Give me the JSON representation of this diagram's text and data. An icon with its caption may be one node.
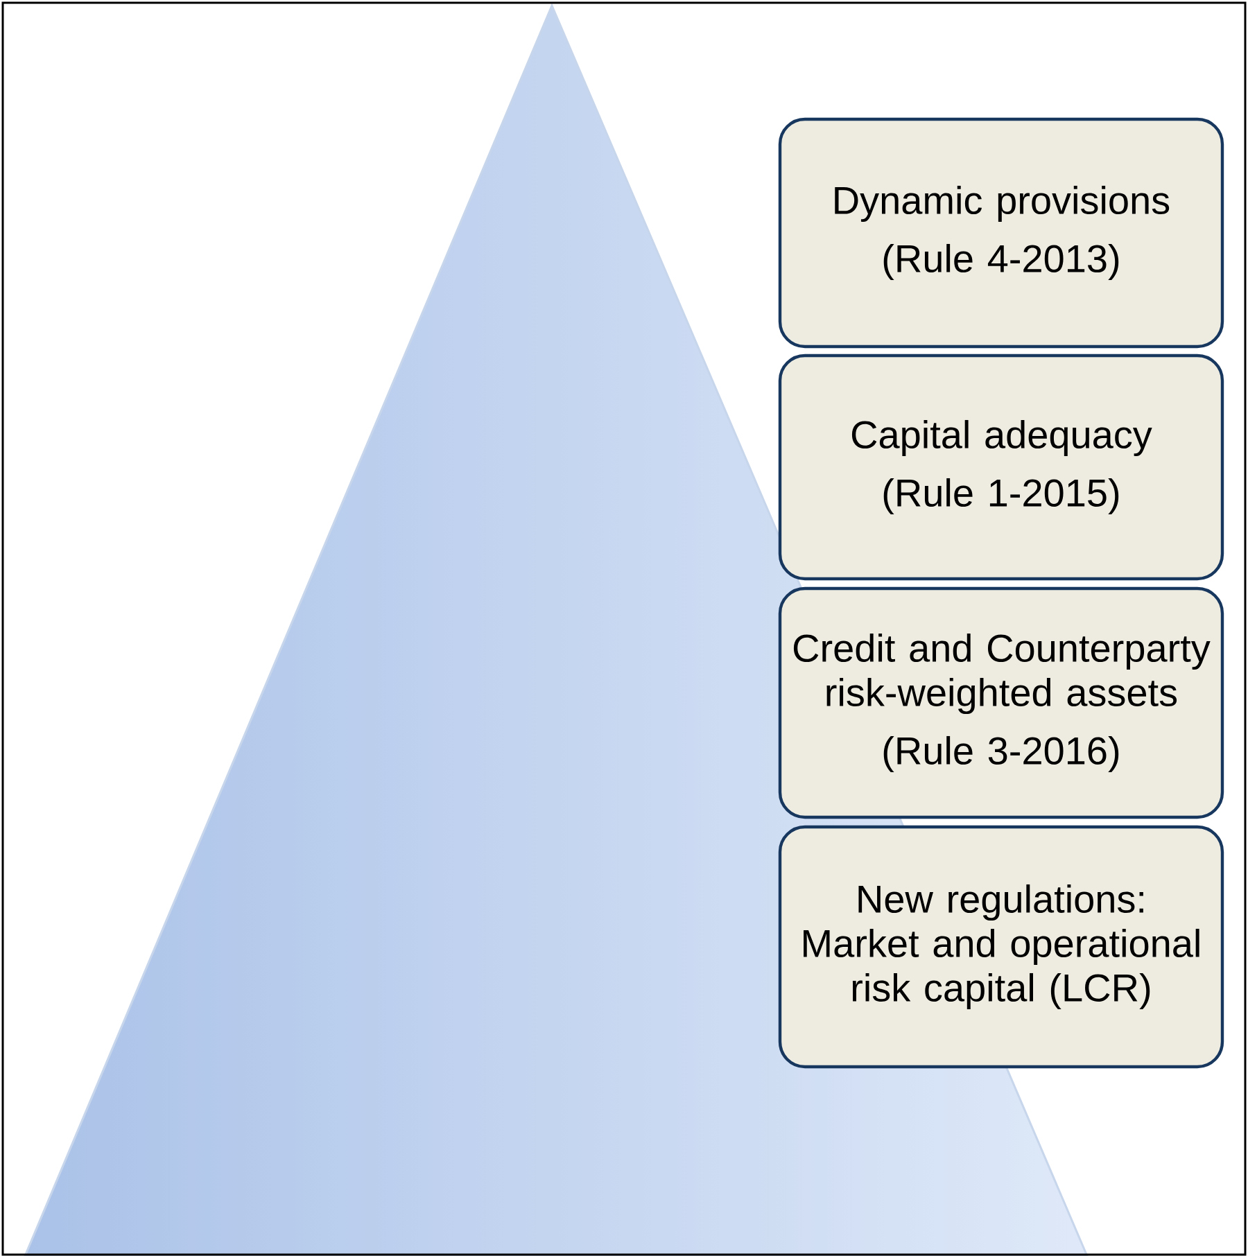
{
  "diagram": {
    "nodes": [
      {
        "text": [
          "Dynamic provisions",
          "(Rule 4-2013)"
        ]
      },
      {
        "text": [
          "Capital adequacy",
          "(Rule 1-2015)"
        ]
      },
      {
        "text": [
          "Credit and Counterparty risk-weighted assets",
          "(Rule 3-2016)"
        ]
      },
      {
        "text": [
          "New regulations: Market and operational risk capital (LCR)"
        ]
      }
    ]
  }
}
